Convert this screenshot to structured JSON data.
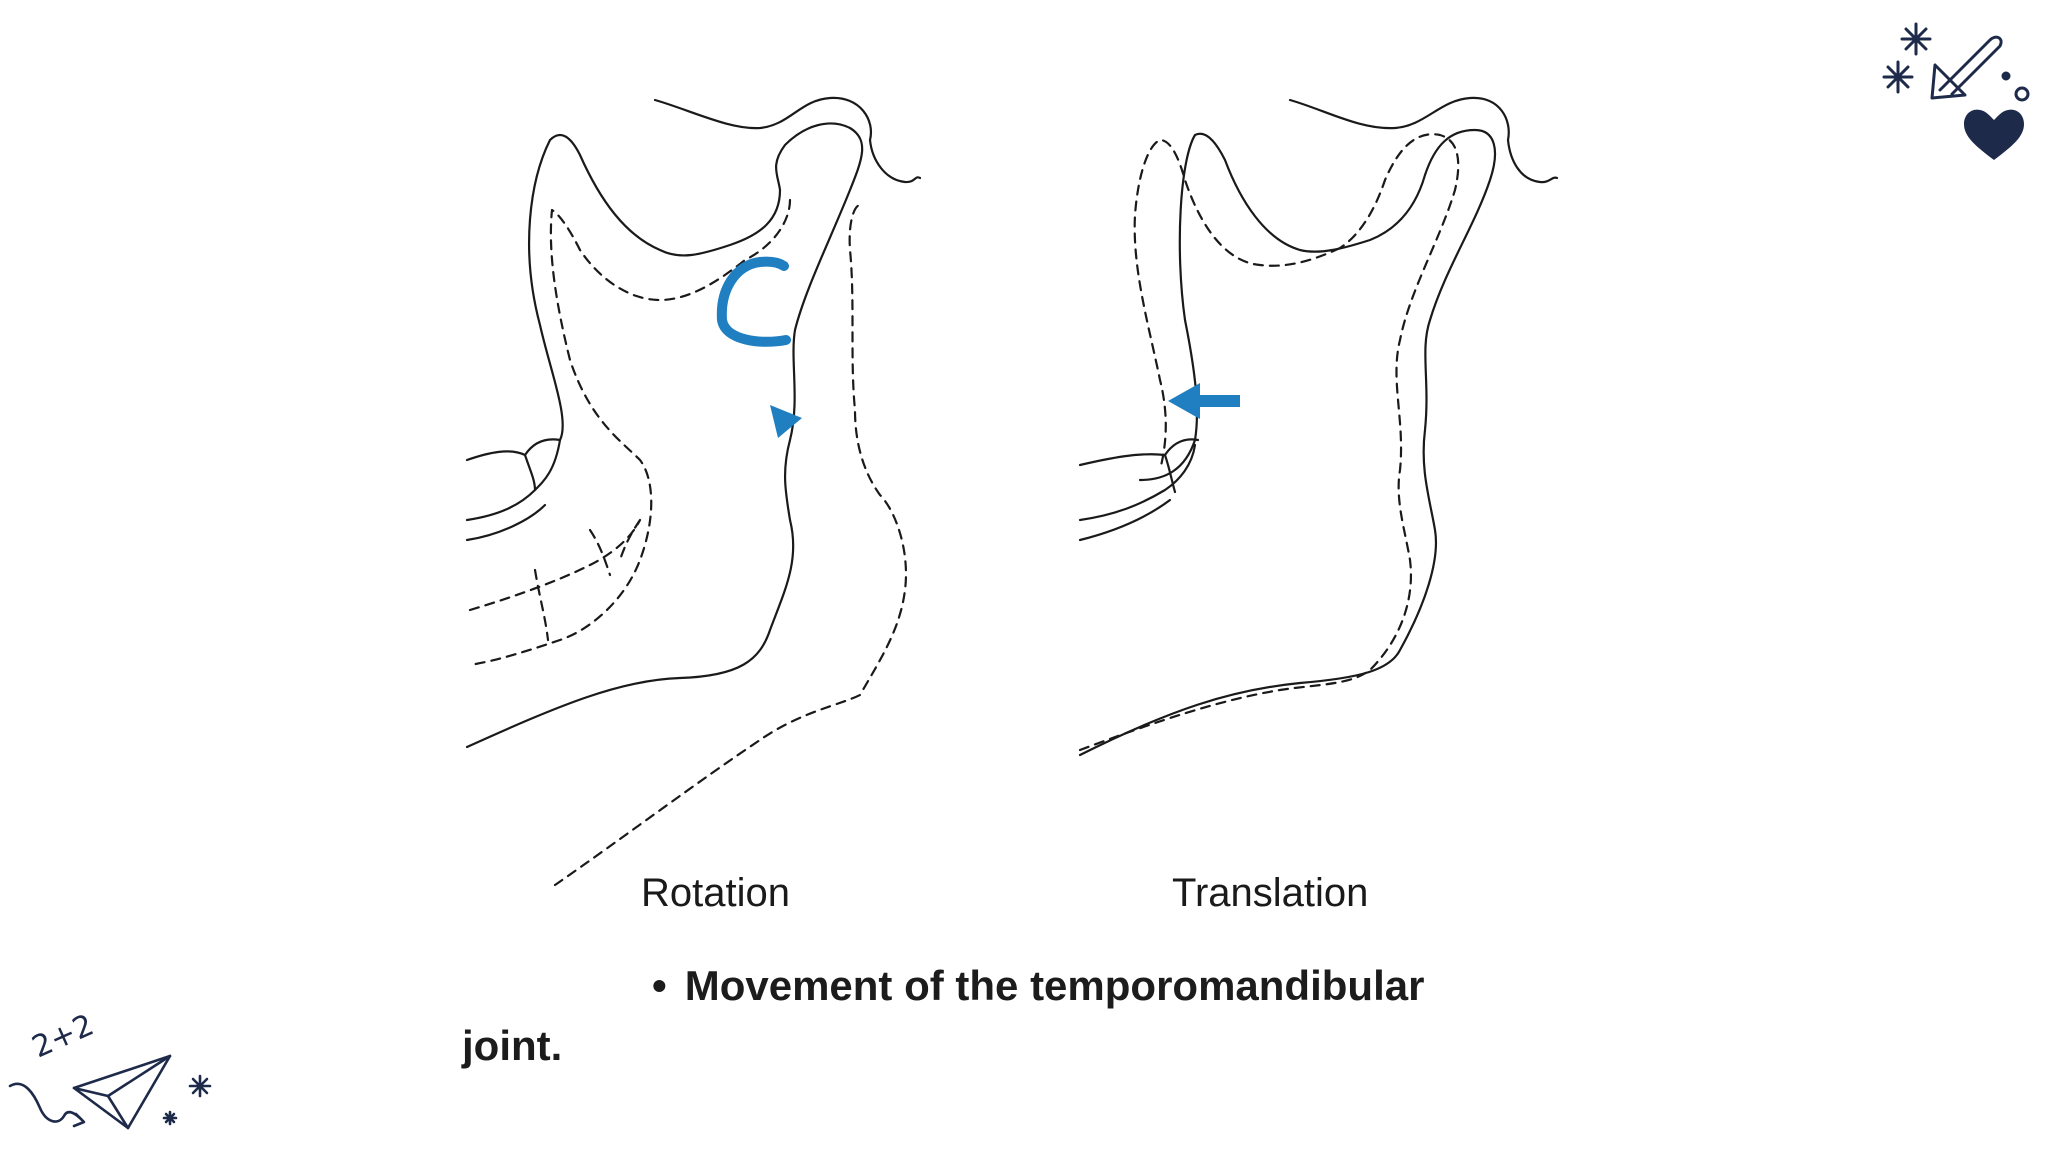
{
  "diagram": {
    "labels": {
      "rotation": "Rotation",
      "translation": "Translation"
    },
    "caption": {
      "bullet": "•",
      "line1": "Movement of the temporomandibular",
      "line2": "joint."
    },
    "arrow_color": "#1f7fc0",
    "line_color": "#1a1a1a"
  },
  "decorations": {
    "top_right_icons": [
      "sparkle-icon",
      "arrow-icon",
      "heart-icon",
      "circle-icon"
    ],
    "bottom_left_icons": [
      "math-doodle",
      "paper-plane-icon",
      "sparkle-icon"
    ],
    "doodle_text": "2+2",
    "doodle_color": "#1e2a4a"
  }
}
